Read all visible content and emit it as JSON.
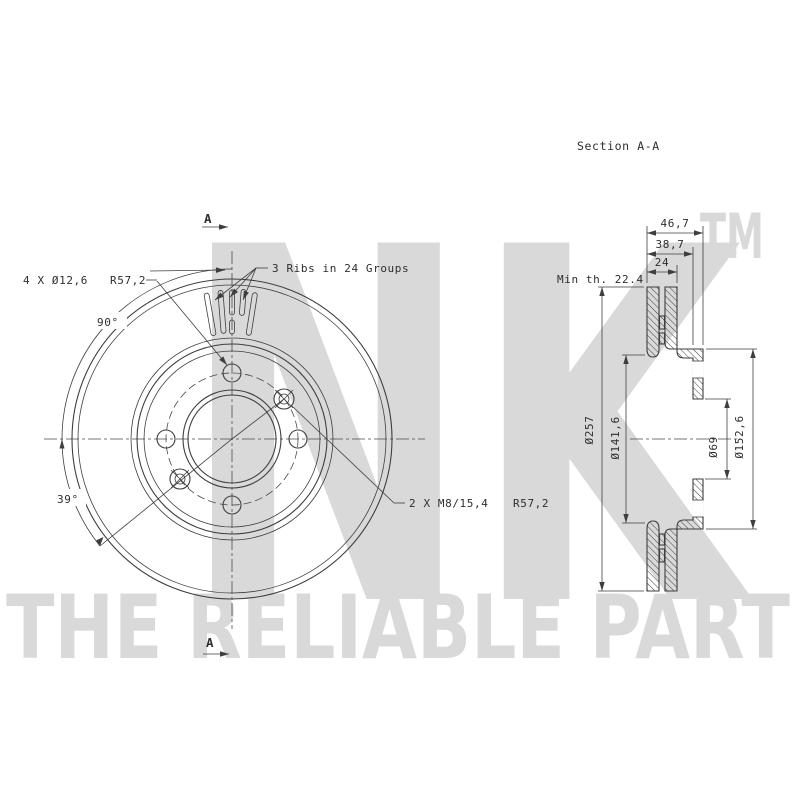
{
  "colors": {
    "line": "#3e3e3e",
    "watermark": "#d9d9d9",
    "text": "#2e2e2e",
    "background": "#ffffff"
  },
  "watermark": {
    "brand": "NK",
    "trademark": "TM",
    "tagline": "THE RELIABLE PART"
  },
  "section_view": {
    "title": "Section A-A",
    "overall_width": "46,7",
    "hat_depth": "38,7",
    "thickness": "24",
    "min_thickness_note": "Min th. 22.4",
    "outer_diameter": "Ø257",
    "friction_inner_diameter": "Ø141,6",
    "bore_diameter": "Ø69",
    "hat_outer_diameter": "Ø152,6"
  },
  "front_view": {
    "bolt_hole_spec": "4 X Ø12,6",
    "bolt_circle_radius": "R57,2",
    "bolt_angle": "90°",
    "thread_angle": "39°",
    "ribs_note": "3 Ribs in 24 Groups",
    "thread_spec": "2 X M8/15,4",
    "thread_circle_radius": "R57,2",
    "section_cut_label_top": "A",
    "section_cut_label_bottom": "A"
  }
}
